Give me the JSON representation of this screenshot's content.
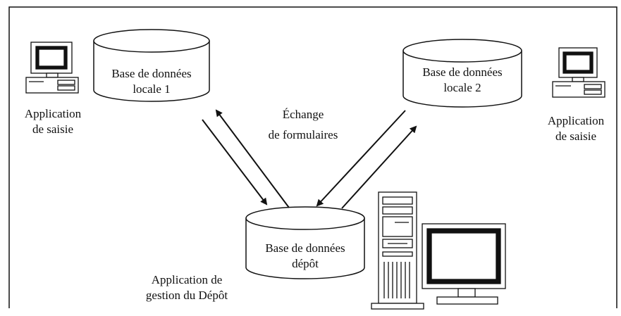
{
  "databases": {
    "local1": {
      "line1": "Base de données",
      "line2": "locale 1"
    },
    "local2": {
      "line1": "Base de données",
      "line2": "locale 2"
    },
    "depot": {
      "line1": "Base de données",
      "line2": "dépôt"
    }
  },
  "labels": {
    "left_app": {
      "line1": "Application",
      "line2": "de saisie"
    },
    "right_app": {
      "line1": "Application",
      "line2": "de saisie"
    },
    "exchange": {
      "line1": "Échange",
      "line2": "de formulaires"
    },
    "depot_app": {
      "line1": "Application de",
      "line2": "gestion du Dépôt"
    }
  },
  "icons": [
    "desktop-computer-icon",
    "desktop-computer-icon",
    "server-workstation-icon"
  ],
  "colors": {
    "stroke": "#111111",
    "background": "#ffffff",
    "screen": "#ffffff"
  }
}
